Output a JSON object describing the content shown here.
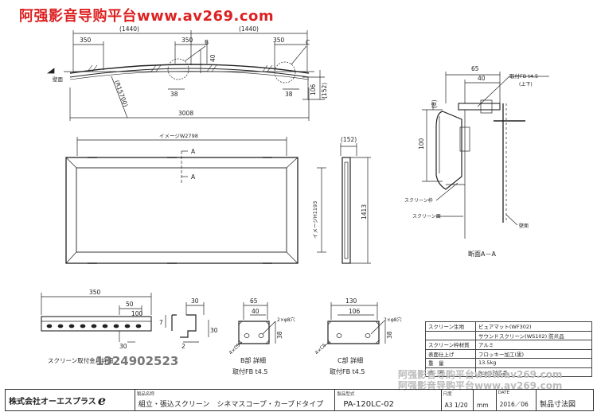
{
  "watermark": {
    "top": "阿强影音导购平台www.av269.com",
    "bottom_1": "阿强影音导购平台www.av269.com",
    "bottom_2": "阿强影音导购平台www.av269.com"
  },
  "overlay_number": "1324902523",
  "top_view": {
    "dim_1440_left": "(1440)",
    "dim_1440_right": "(1440)",
    "dim_350_a": "350",
    "dim_350_b": "350",
    "dim_350_c": "350",
    "label_b": "B",
    "label_c": "C",
    "dim_40": "40",
    "dim_38_a": "38",
    "dim_38_b": "38",
    "dim_106": "106",
    "dim_152": "(152)",
    "radius": "(R15700)",
    "wall": "壁面",
    "total": "3008"
  },
  "front_view": {
    "image_width": "イメージW2798",
    "image_height": "イメージH1193",
    "section_a_top": "A",
    "section_a_bottom": "A",
    "dim_1413": "1413",
    "dim_152": "(152)"
  },
  "section_view": {
    "dim_65": "65",
    "dim_40": "40",
    "dim_8": "(8)",
    "dim_100": "100",
    "fb_label": "取付FB t4.5",
    "fb_sub": "(上下)",
    "frame_label": "スクリーン枠",
    "screen_label": "スクリーン面",
    "wall_label": "壁面",
    "title": "断面A－A"
  },
  "frame_detail": {
    "dim_350": "350",
    "dim_50": "50",
    "dim_100": "100",
    "dim_30": "30",
    "dim_7": "7",
    "dim_30b": "30",
    "dim_30c": "30",
    "dim_2": "2",
    "caption": "スクリーン取付金具詳細"
  },
  "detail_b": {
    "dim_65": "65",
    "dim_40": "40",
    "dim_38": "38",
    "holes": "2×φ8穴",
    "chamfer": "4×C5",
    "title": "B部 詳細",
    "subtitle": "取付FB t4.5"
  },
  "detail_c": {
    "dim_130": "130",
    "dim_106": "106",
    "dim_38": "38",
    "holes": "2×φ8穴",
    "chamfer": "4×C5",
    "title": "C部 詳細",
    "subtitle": "取付FB t4.5"
  },
  "spec_table": [
    {
      "key": "スクリーン生地",
      "value": "ピュアマット(WF302)"
    },
    {
      "key": "",
      "value": "サウンドスクリーン(WS102)  防炎品"
    },
    {
      "key": "スクリーン枠材質",
      "value": "アルミ"
    },
    {
      "key": "表面仕上げ",
      "value": "フロッキー加工(黒)"
    },
    {
      "key": "重　量",
      "value": "13.5kg"
    },
    {
      "key": "備　考",
      "value": "RoHS対応品"
    }
  ],
  "title_block": {
    "company": "株式会社オーエスプラス",
    "company_mark": "e",
    "product_label": "製品名称",
    "product_name": "組立・張込スクリーン　シネマスコープ・カーブドタイプ",
    "model_label": "製品型式",
    "model": "PA-120LC-02",
    "scale_label": "尺度",
    "scale": "A3  1/20",
    "unit": "mm",
    "date_label": "DATE",
    "date": "2016／06",
    "drawing_name": "製品寸法図"
  }
}
